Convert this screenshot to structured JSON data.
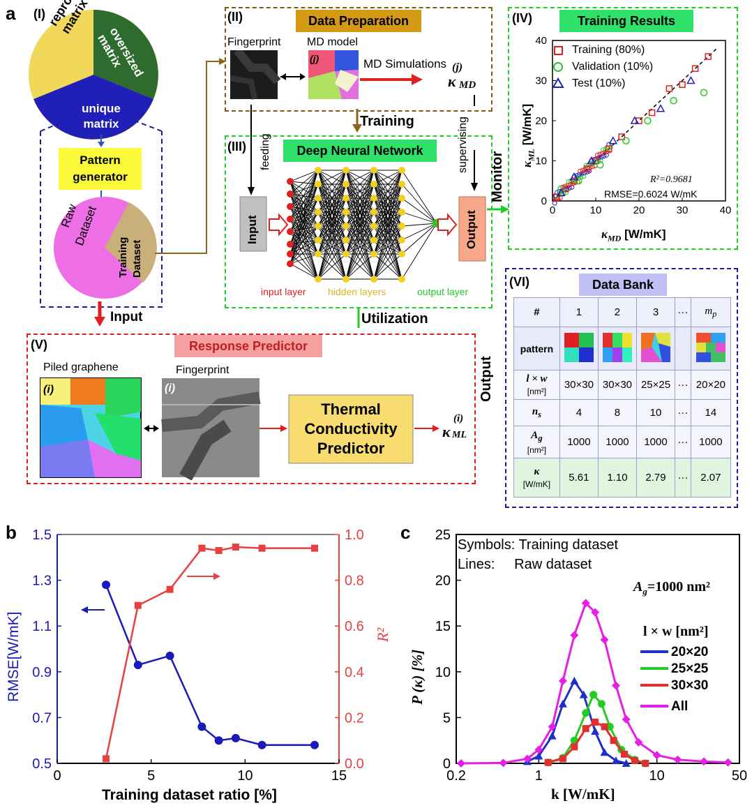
{
  "panel_a": {
    "letter": "a",
    "I": {
      "label": "(I)",
      "pie_reproduced": "reproduced matrix",
      "pie_oversized": "oversized matrix",
      "pie_unique_1": "unique",
      "pie_unique_2": "matrix",
      "pattern_gen_1": "Pattern",
      "pattern_gen_2": "generator",
      "raw_dataset_1": "Raw",
      "raw_dataset_2": "Dataset",
      "training_dataset_1": "Training",
      "training_dataset_2": "Dataset",
      "input_arrow": "Input"
    },
    "II": {
      "label": "(II)",
      "title": "Data Preparation",
      "fingerprint": "Fingerprint",
      "md_model": "MD model",
      "md_j": "(j)",
      "md_sim": "MD Simulations",
      "kappa_md_sup": "(j)",
      "kappa_md": "κ",
      "kappa_md_sub": "MD"
    },
    "III": {
      "label": "(III)",
      "title": "Deep Neural Network",
      "training": "Training",
      "feeding": "feeding",
      "supervising": "supervising",
      "input_box": "Input",
      "output_box": "Output",
      "input_layer": "input layer",
      "hidden_layers": "hidden layers",
      "output_layer": "output layer",
      "monitor": "Monitor",
      "utilization": "Utilization"
    },
    "IV": {
      "label": "(IV)",
      "title": "Training Results",
      "legend_training": "Training (80%)",
      "legend_validation": "Validation (10%)",
      "legend_test": "Test (10%)",
      "r2": "R²=0.9681",
      "rmse": "RMSE=0.6024 W/mK",
      "xlabel": "κ",
      "xlabel_sub": "MD",
      "xlabel_unit": " [W/mK]",
      "ylabel": "κ",
      "ylabel_sub": "ML",
      "ylabel_unit": " [W/mK]",
      "ticks": [
        "0",
        "10",
        "20",
        "30",
        "40"
      ]
    },
    "V": {
      "label": "(V)",
      "title": "Response Predictor",
      "piled": "Piled graphene",
      "fingerprint": "Fingerprint",
      "img_i": "(i)",
      "predictor_1": "Thermal",
      "predictor_2": "Conductivity",
      "predictor_3": "Predictor",
      "kappa_ml": "κ",
      "kappa_ml_sub": "ML",
      "kappa_ml_sup": "(i)",
      "output_arrow": "Output"
    },
    "VI": {
      "label": "(VI)",
      "title": "Data Bank",
      "header": [
        "#",
        "1",
        "2",
        "3",
        "···",
        "m"
      ],
      "header_mp_sub": "p",
      "row_pattern": "pattern",
      "row_lw": "l × w",
      "row_lw_unit": "[nm²]",
      "lw": [
        "30×30",
        "30×30",
        "25×25",
        "···",
        "20×20"
      ],
      "row_ns": "n",
      "row_ns_sub": "s",
      "ns": [
        "4",
        "8",
        "10",
        "···",
        "14"
      ],
      "row_ag": "A",
      "row_ag_sub": "g",
      "row_ag_unit": "[nm²]",
      "ag": [
        "1000",
        "1000",
        "1000",
        "···",
        "1000"
      ],
      "row_kappa": "κ",
      "row_kappa_unit": "[W/mK]",
      "kappa": [
        "5.61",
        "1.10",
        "2.79",
        "···",
        "2.07"
      ]
    }
  },
  "panel_b": {
    "letter": "b",
    "xlabel": "Training dataset ratio [%]",
    "ylabel_left": "RMSE[W/mK]",
    "ylabel_right": "R²",
    "xticks": [
      "0",
      "5",
      "10",
      "15"
    ],
    "yticks_left": [
      "0.5",
      "0.7",
      "0.9",
      "1.1",
      "1.3",
      "1.5"
    ],
    "yticks_right": [
      "0.0",
      "0.2",
      "0.4",
      "0.6",
      "0.8",
      "1.0"
    ],
    "colors": {
      "rmse": "#1a1ab8",
      "r2": "#e84040"
    }
  },
  "panel_c": {
    "letter": "c",
    "symbols_note": "Symbols: Training dataset",
    "lines_note": "Lines:     Raw dataset",
    "ag_note": "A",
    "ag_sub": "g",
    "ag_val": "=1000 nm²",
    "lw_title": "l × w [nm²]",
    "legend": [
      "20×20",
      "25×25",
      "30×30",
      "All"
    ],
    "xlabel": "k [W/mK]",
    "ylabel": "P (κ) [%]",
    "xticks": [
      "0.2",
      "1",
      "10",
      "50"
    ],
    "yticks": [
      "0",
      "5",
      "10",
      "15",
      "20",
      "25"
    ],
    "colors": {
      "s20": "#1f2fc8",
      "s25": "#22cc22",
      "s30": "#e03030",
      "all": "#e61ee6"
    }
  },
  "chart_data": [
    {
      "type": "line",
      "series": [
        {
          "name": "RMSE",
          "x": [
            2.6,
            4.3,
            6.0,
            7.7,
            8.6,
            9.5,
            10.9,
            13.7
          ],
          "values": [
            1.28,
            0.93,
            0.97,
            0.66,
            0.6,
            0.61,
            0.58,
            0.58
          ]
        },
        {
          "name": "R²",
          "x": [
            2.6,
            4.3,
            6.0,
            7.7,
            8.6,
            9.5,
            10.9,
            13.7
          ],
          "values": [
            0.02,
            0.69,
            0.76,
            0.94,
            0.93,
            0.945,
            0.94,
            0.94
          ]
        }
      ],
      "xlabel": "Training dataset ratio [%]",
      "ylabel": "RMSE[W/mK]",
      "ylabel_right": "R²",
      "xlim": [
        0,
        15
      ],
      "ylim": [
        0.5,
        1.5
      ],
      "ylim_right": [
        0,
        1
      ]
    },
    {
      "type": "line",
      "x_scale": "log",
      "series": [
        {
          "name": "20×20",
          "x": [
            0.8,
            1.0,
            1.3,
            1.6,
            2.0,
            2.4,
            3.0,
            3.6,
            4.5,
            5.5
          ],
          "values": [
            0.2,
            0.8,
            3.0,
            6.5,
            9.0,
            7.5,
            3.5,
            1.2,
            0.3,
            0.0
          ]
        },
        {
          "name": "25×25",
          "x": [
            1.2,
            1.6,
            2.0,
            2.5,
            2.9,
            3.4,
            4.0,
            5.0,
            6.5,
            8.0
          ],
          "values": [
            0.1,
            0.6,
            2.5,
            5.5,
            7.5,
            6.5,
            4.0,
            1.5,
            0.4,
            0.0
          ]
        },
        {
          "name": "30×30",
          "x": [
            1.2,
            1.6,
            2.0,
            2.5,
            3.0,
            3.6,
            4.3,
            5.3,
            6.5,
            8.0
          ],
          "values": [
            0.1,
            0.5,
            1.8,
            3.8,
            4.5,
            4.0,
            2.5,
            1.0,
            0.3,
            0.0
          ]
        },
        {
          "name": "All",
          "x": [
            0.22,
            0.5,
            0.8,
            1.0,
            1.3,
            1.6,
            2.0,
            2.5,
            3.0,
            3.6,
            4.5,
            5.5,
            7.0,
            10,
            15,
            25,
            40
          ],
          "values": [
            0.0,
            0.05,
            0.5,
            1.5,
            4.0,
            9.0,
            14.0,
            17.5,
            16.5,
            13.5,
            8.5,
            4.8,
            2.3,
            0.9,
            0.4,
            0.2,
            0.1
          ]
        }
      ],
      "xlabel": "k [W/mK]",
      "ylabel": "P (κ) [%]",
      "xlim": [
        0.2,
        50
      ],
      "ylim": [
        0,
        25
      ]
    },
    {
      "type": "scatter",
      "series": [
        {
          "name": "Training (80%)",
          "x": [
            1,
            3,
            5,
            8,
            10,
            13,
            16,
            20,
            23,
            27,
            30,
            33,
            36
          ],
          "values": [
            1,
            3,
            5,
            8,
            10,
            13,
            16,
            20,
            22,
            28,
            29,
            33,
            36
          ]
        },
        {
          "name": "Validation (10%)",
          "x": [
            2,
            6,
            11,
            17,
            22,
            28,
            35
          ],
          "values": [
            3,
            5,
            9,
            15,
            20,
            25,
            27
          ]
        },
        {
          "name": "Test (10%)",
          "x": [
            2,
            5,
            9,
            14,
            19,
            25,
            32
          ],
          "values": [
            2,
            6,
            10,
            15,
            20,
            23,
            30
          ]
        }
      ],
      "xlabel": "κMD [W/mK]",
      "ylabel": "κML [W/mK]",
      "xlim": [
        0,
        40
      ],
      "ylim": [
        0,
        40
      ]
    }
  ]
}
